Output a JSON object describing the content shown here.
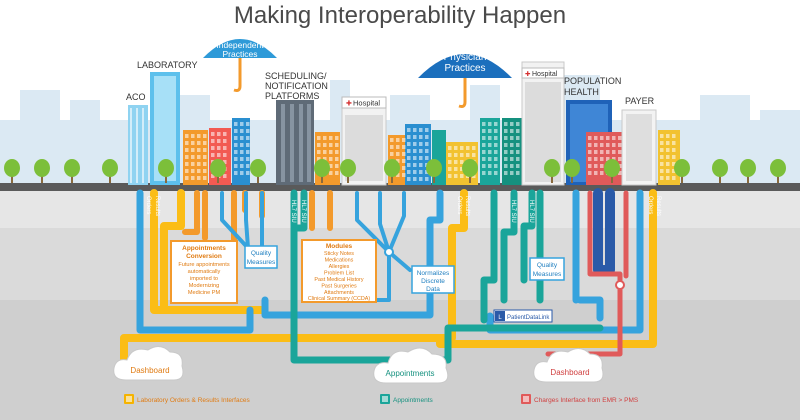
{
  "title": "Making Interoperability Happen",
  "umbrellas": [
    {
      "line1": "Independent",
      "line2": "Practices",
      "color": "#2e9ad8"
    },
    {
      "line1": "Physician",
      "line2": "Practices",
      "color": "#1b6fbd"
    }
  ],
  "building_labels": {
    "aco": "ACO",
    "laboratory": "LABORATORY",
    "scheduling_line1": "SCHEDULING/",
    "scheduling_line2": "NOTIFICATION",
    "scheduling_line3": "PLATFORMS",
    "hospital_left": "Hospital",
    "hospital_right": "Hospital",
    "population_line1": "POPULATION",
    "population_line2": "HEALTH",
    "payer": "PAYER"
  },
  "pipe_labels": {
    "orders_results_left_1": "Orders",
    "orders_results_left_2": "Results",
    "hl7_siu_1": "HL7 SIU",
    "hl7_siu_2": "HL7 SIU",
    "orders_results_mid_1": "Orders",
    "orders_results_mid_2": "Results",
    "hl7_siu_3": "HL7 SIU",
    "hl7_siu_4": "HL7 SIU",
    "orders_results_right_1": "Orders",
    "orders_results_right_2": "Results"
  },
  "appointments_box": {
    "heading1": "Appointments",
    "heading2": "Conversion",
    "lines": [
      "Future appointments",
      "automatically",
      "imported to",
      "Modernizing",
      "Medicine PM"
    ]
  },
  "modules_box": {
    "heading": "Modules",
    "items": [
      "Sticky Notes",
      "Medications",
      "Allergies",
      "Problem List",
      "Past Medical History",
      "Past Surgeries",
      "Attachments",
      "Clinical Summary (CCDA)"
    ]
  },
  "quality_left": {
    "line1": "Quality",
    "line2": "Measures"
  },
  "quality_right": {
    "line1": "Quality",
    "line2": "Measures"
  },
  "normalizes": {
    "line1": "Normalizes",
    "line2": "Discrete",
    "line3": "Data"
  },
  "patient_data_link": "PatientDataLink",
  "clouds": {
    "left": "Dashboard",
    "middle": "Appointments",
    "right": "Dashboard"
  },
  "legend": [
    {
      "label": "Laboratory Orders & Results Interfaces",
      "color": "#f5b300"
    },
    {
      "label": "Appointments",
      "color": "#1aa59a"
    },
    {
      "label": "Charges Interface from EMR > PMS",
      "color": "#e05a5a"
    }
  ],
  "colors": {
    "yellow": "#fbbd16",
    "blue": "#36a3dd",
    "teal": "#1aa59a",
    "orange": "#f39a2c",
    "red": "#e05a5a",
    "navy": "#2a5aa8",
    "text_orange": "#e07b12",
    "text_blue": "#1f7fc0"
  }
}
